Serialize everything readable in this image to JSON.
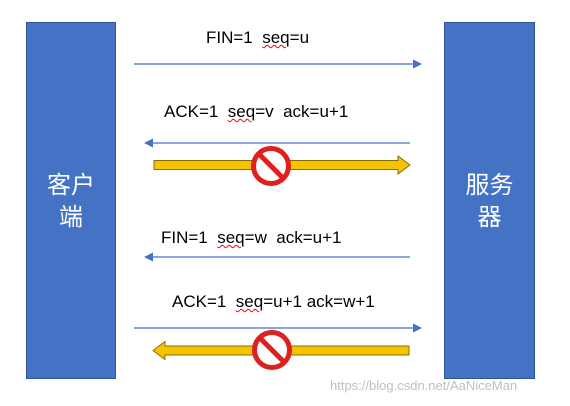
{
  "client": {
    "label": "客户端",
    "color": "#4472c4"
  },
  "server": {
    "label": "服务器",
    "color": "#4472c4"
  },
  "messages": [
    {
      "pre": "FIN=1  ",
      "seq": "seq",
      "post": "=u",
      "direction": "client-to-server"
    },
    {
      "pre": "ACK=1  ",
      "seq": "seq",
      "post": "=v  ack=u+1",
      "direction": "server-to-client"
    },
    {
      "pre": "FIN=1  ",
      "seq": "seq",
      "post": "=w  ack=u+1",
      "direction": "server-to-client"
    },
    {
      "pre": "ACK=1  ",
      "seq": "seq",
      "post": "=u+1 ack=w+1",
      "direction": "client-to-server"
    }
  ],
  "blocked_transfers": [
    {
      "direction": "client-to-server",
      "status": "blocked"
    },
    {
      "direction": "server-to-client",
      "status": "blocked"
    }
  ],
  "colors": {
    "message_arrow": "#4472c4",
    "data_arrow_fill": "#f5c400",
    "data_arrow_stroke": "#8a6d00",
    "no_sign": "#e01f1f"
  },
  "watermark": "https://blog.csdn.net/AaNiceMan"
}
